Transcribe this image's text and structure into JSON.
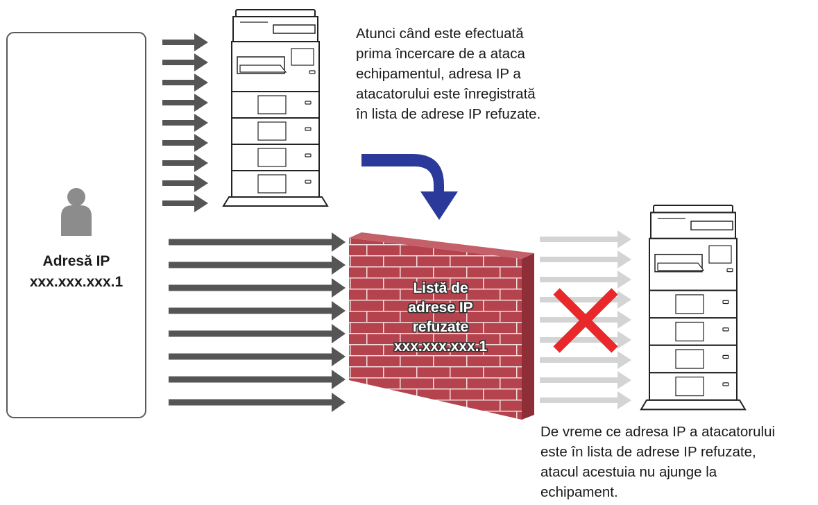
{
  "attacker": {
    "label_line1": "Adresă IP",
    "label_line2": "xxx.xxx.xxx.1",
    "icon": "user-icon"
  },
  "wall": {
    "line1": "Listă de",
    "line2": "adrese IP",
    "line3": "refuzate",
    "line4": "xxx.xxx.xxx.1",
    "icon": "brick-wall-icon"
  },
  "note_top": {
    "lines": [
      "Atunci când este efectuată",
      "prima încercare de a ataca",
      "echipamentul, adresa IP a",
      "atacatorului este înregistrată",
      "în lista de adrese IP refuzate."
    ]
  },
  "note_bottom": {
    "lines": [
      "De vreme ce adresa IP a atacatorului",
      "este în lista de adrese IP refuzate,",
      "atacul acestuia nu ajunge la",
      "echipament."
    ]
  },
  "colors": {
    "arrow_dark": "#555555",
    "arrow_light": "#d4d4d4",
    "flow_arrow": "#2b3a9a",
    "brick": "#b5434d",
    "brick_side": "#8e2f38",
    "mortar": "#f2dfe0",
    "cross": "#e8282b",
    "user": "#8c8c8c",
    "panel_border": "#5a5a5a"
  },
  "icons": {
    "printer_top": "printer-icon",
    "printer_right": "printer-icon",
    "block": "cross-icon",
    "flow": "curved-arrow-icon"
  }
}
